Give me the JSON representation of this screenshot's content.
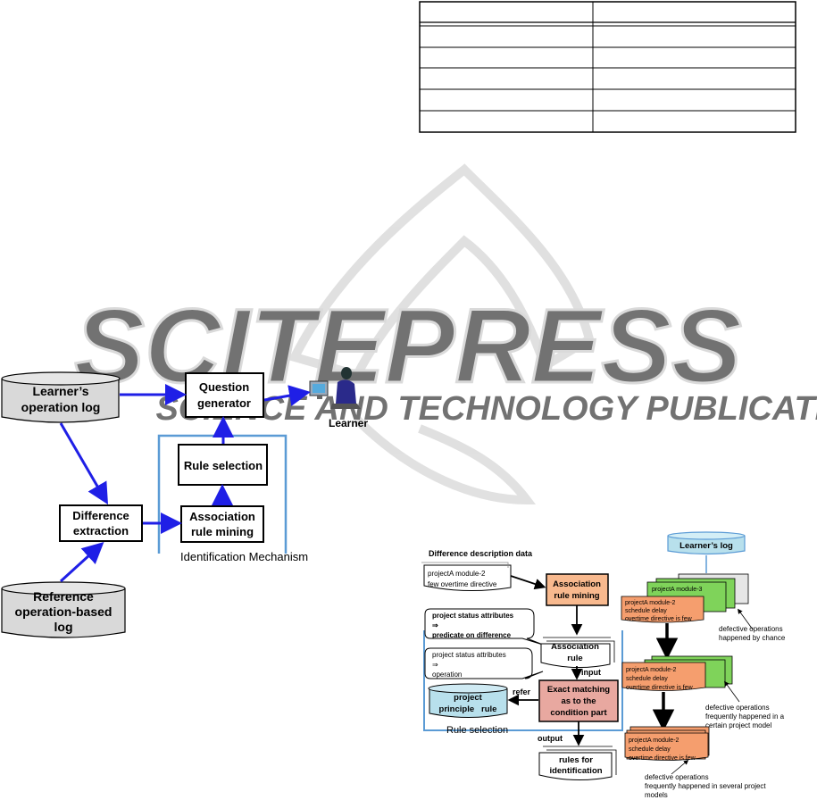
{
  "watermark": {
    "line1": "SCITEPRESS",
    "line2": "SCIENCE AND TECHNOLOGY PUBLICATIONS"
  },
  "left_diagram": {
    "learner_log": [
      "Learner’s",
      "operation log"
    ],
    "question_generator": [
      "Question",
      "generator"
    ],
    "learner_label": "Learner",
    "rule_selection": "Rule selection",
    "association_rule_mining": [
      "Association",
      "rule mining"
    ],
    "difference_extraction": [
      "Difference",
      "extraction"
    ],
    "reference_log": [
      "Reference",
      "operation-based",
      "log"
    ],
    "identification_mechanism": "Identification Mechanism"
  },
  "right_diagram": {
    "difference_description_data": "Difference description data",
    "doc_input": [
      "projectA module-2",
      "few overtime directive"
    ],
    "association_rule_mining": [
      "Association",
      "rule mining"
    ],
    "callout1": [
      "project status attributes",
      "⇒",
      "predicate on difference"
    ],
    "callout2": [
      "project status attributes",
      "⇒",
      "operation"
    ],
    "association_rule": [
      "Association",
      "rule"
    ],
    "input_label": "input",
    "exact_matching": [
      "Exact matching",
      "as to the",
      "condition part"
    ],
    "refer_label": "refer",
    "project_principle_rule": [
      "project",
      "principle   rule"
    ],
    "rule_selection": "Rule selection",
    "output_label": "output",
    "rules_for_identification": [
      "rules for",
      "identification"
    ],
    "learners_log": "Learner’s log",
    "stack1_back": "projectA module-3",
    "stack1_front": [
      "projectA module-2",
      "schedule delay",
      "overtime directive is few"
    ],
    "note1": [
      "defective operations",
      "happened by chance"
    ],
    "stack2_front": [
      "projectA module-2",
      "schedule delay",
      "overtime directive is few"
    ],
    "note2": [
      "defective operations",
      "frequently happened in a",
      "certain project model"
    ],
    "stack3_front": [
      "projectA module-2",
      "schedule delay",
      "overtime directive is few"
    ],
    "note3": [
      "defective operations",
      "frequently happened in several project",
      "models"
    ]
  },
  "colors": {
    "blue": "#1f1fe6",
    "frame_blue": "#5b9bd5",
    "orange": "#f8b98e",
    "salmon": "#e8a8a0",
    "green": "#7fd35a",
    "cyl_blue": "#b8e0ec",
    "grey": "#d9d9d9"
  }
}
